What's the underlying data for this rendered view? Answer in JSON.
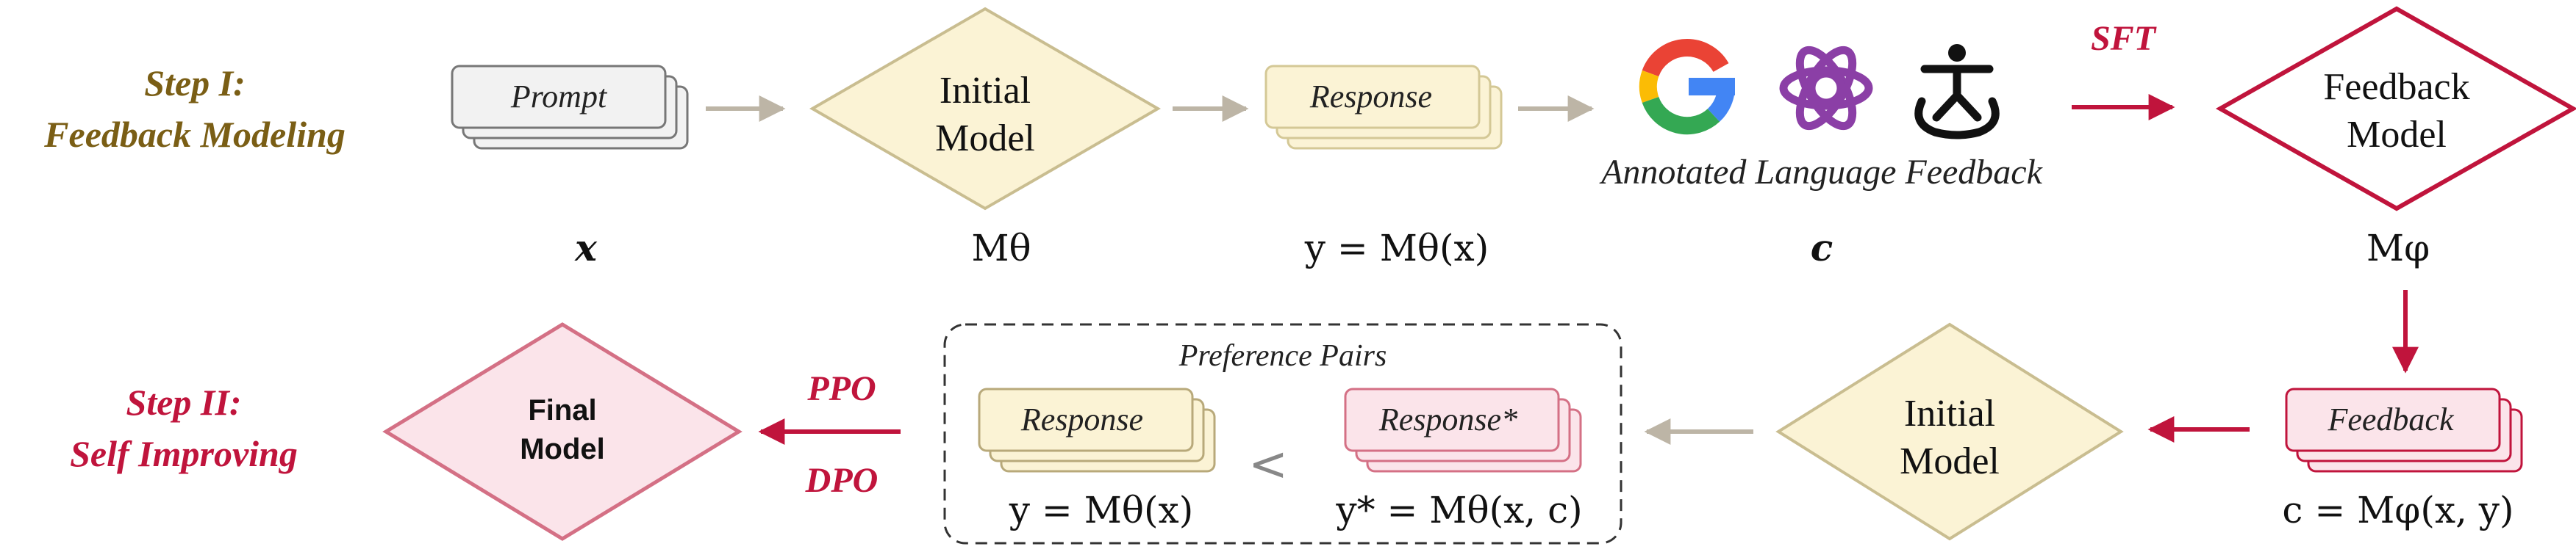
{
  "step1": {
    "line1": "Step I:",
    "line2": "Feedback Modeling"
  },
  "step2": {
    "line1": "Step II:",
    "line2": "Self Improving"
  },
  "nodes": {
    "prompt": "Prompt",
    "initial_model_top": [
      "Initial",
      "Model"
    ],
    "response_top": "Response",
    "annotated": "Annotated Language Feedback",
    "feedback_model": [
      "Feedback",
      "Model"
    ],
    "feedback_card": "Feedback",
    "initial_model_bottom": [
      "Initial",
      "Model"
    ],
    "pref_pairs": "Preference Pairs",
    "response_left": "Response",
    "response_right": "Response*",
    "less_than": "<",
    "final_model": [
      "Final",
      "Model"
    ]
  },
  "edges": {
    "sft": "SFT",
    "ppo": "PPO",
    "dpo": "DPO"
  },
  "math": {
    "x": "x",
    "m_theta": "Mθ",
    "y_eq": "y = Mθ(x)",
    "c": "c",
    "m_phi": "Mφ",
    "c_eq": "c = Mφ(x, y)",
    "y_left": "y = Mθ(x)",
    "y_star": "y* = Mθ(x, c)"
  },
  "colors": {
    "gold": "#7a5e15",
    "crimson": "#c0143c",
    "cream_fill": "#fbf3d5",
    "pink_fill": "#fbe4ea",
    "gray_arrow": "#bdb5a6"
  },
  "icons": [
    "google-logo-icon",
    "openai-logo-icon",
    "human-annotator-icon"
  ]
}
